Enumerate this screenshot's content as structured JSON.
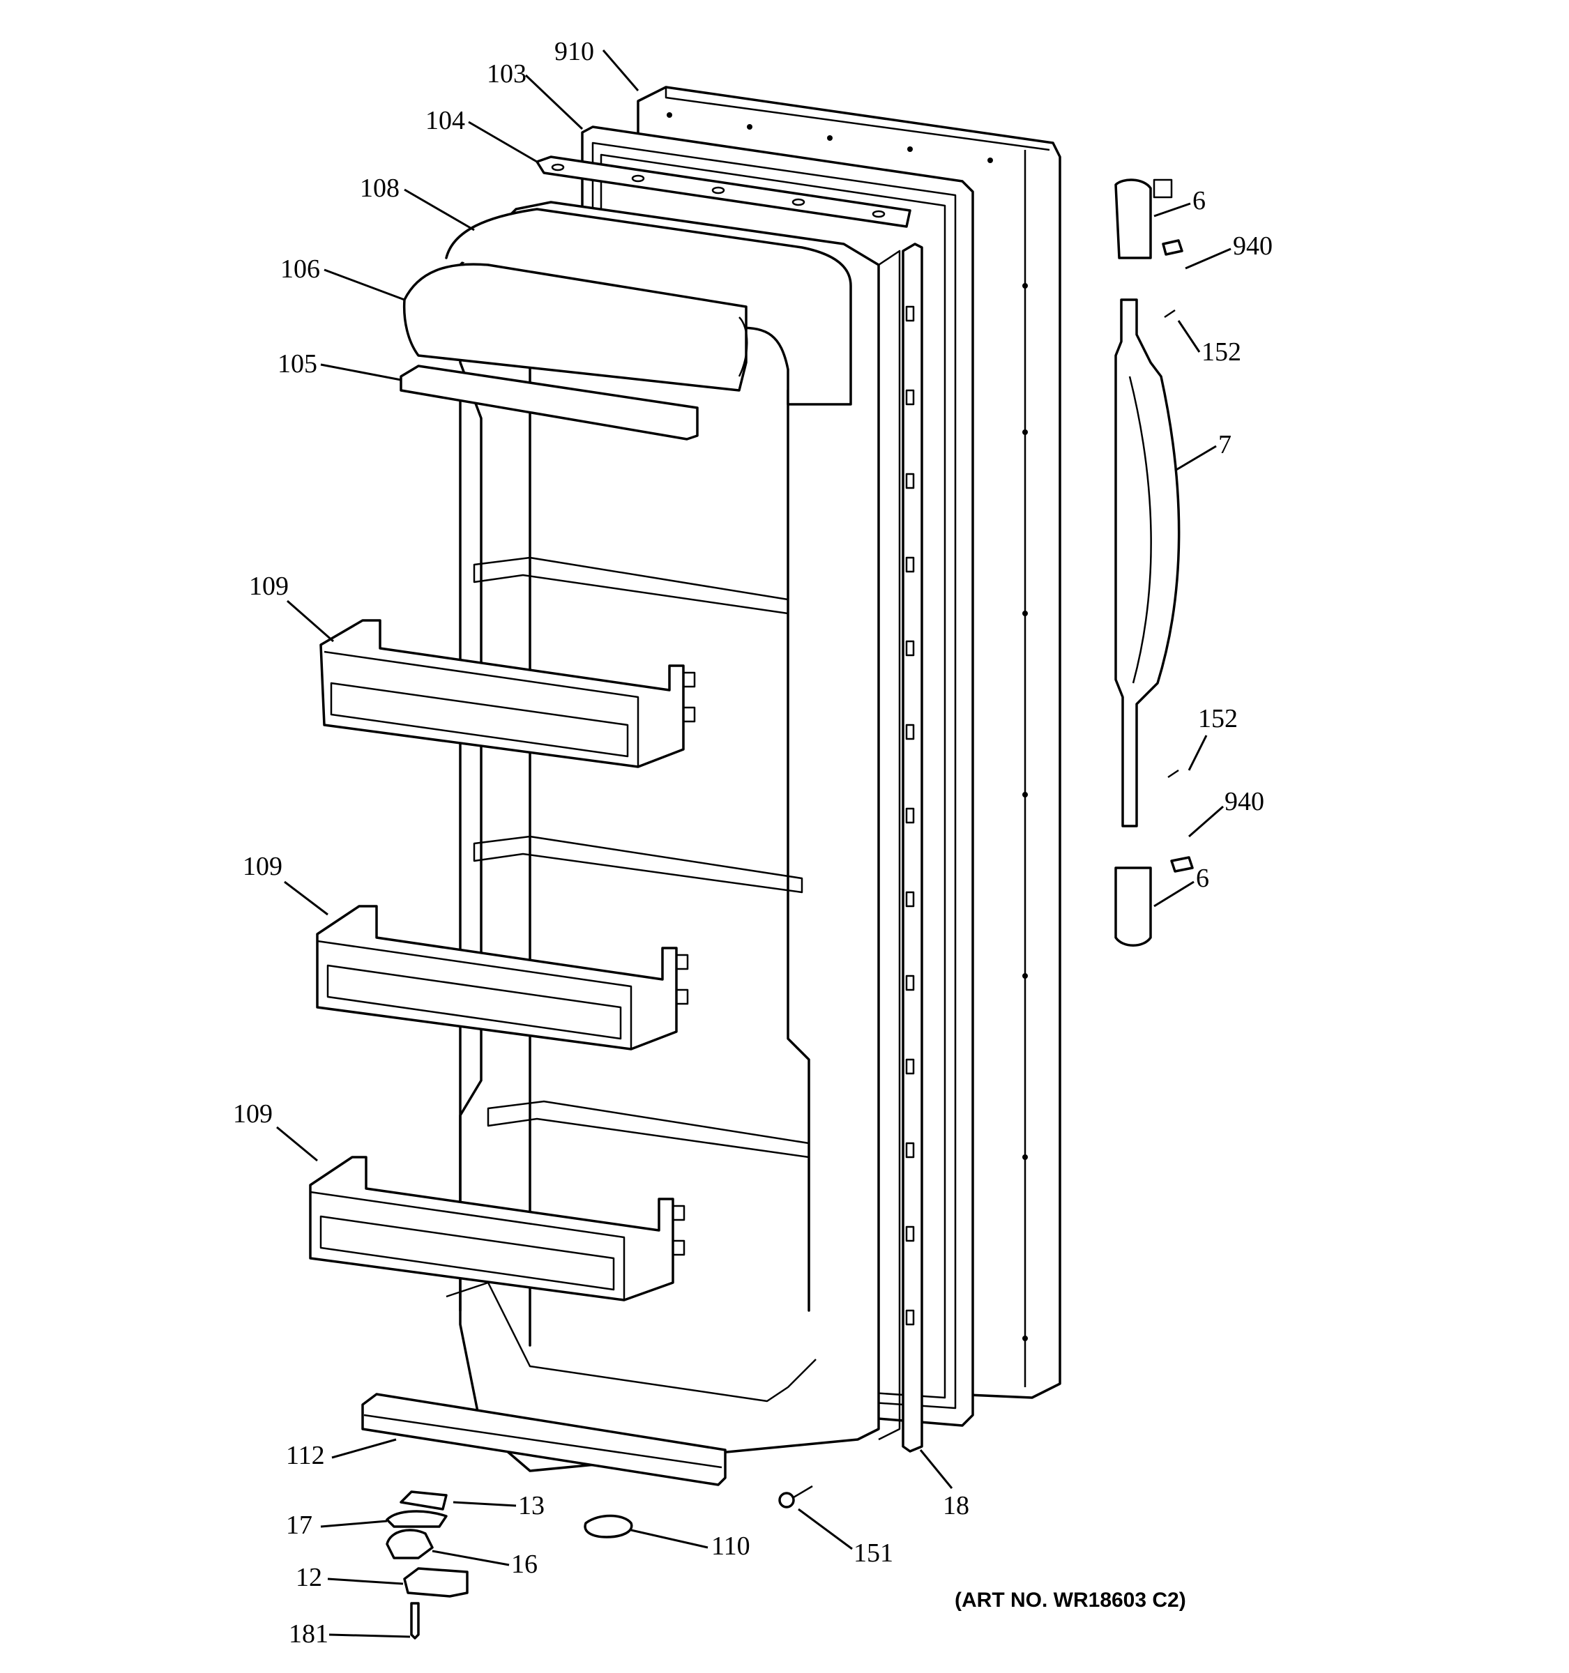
{
  "diagram": {
    "art_number": "(ART NO. WR18603 C2)",
    "callouts": {
      "c910": "910",
      "c103": "103",
      "c104": "104",
      "c108": "108",
      "c106": "106",
      "c105": "105",
      "c109a": "109",
      "c109b": "109",
      "c109c": "109",
      "c112": "112",
      "c13": "13",
      "c17": "17",
      "c16": "16",
      "c12": "12",
      "c181": "181",
      "c110": "110",
      "c151": "151",
      "c18": "18",
      "c6a": "6",
      "c940a": "940",
      "c152a": "152",
      "c7": "7",
      "c152b": "152",
      "c940b": "940",
      "c6b": "6"
    }
  }
}
